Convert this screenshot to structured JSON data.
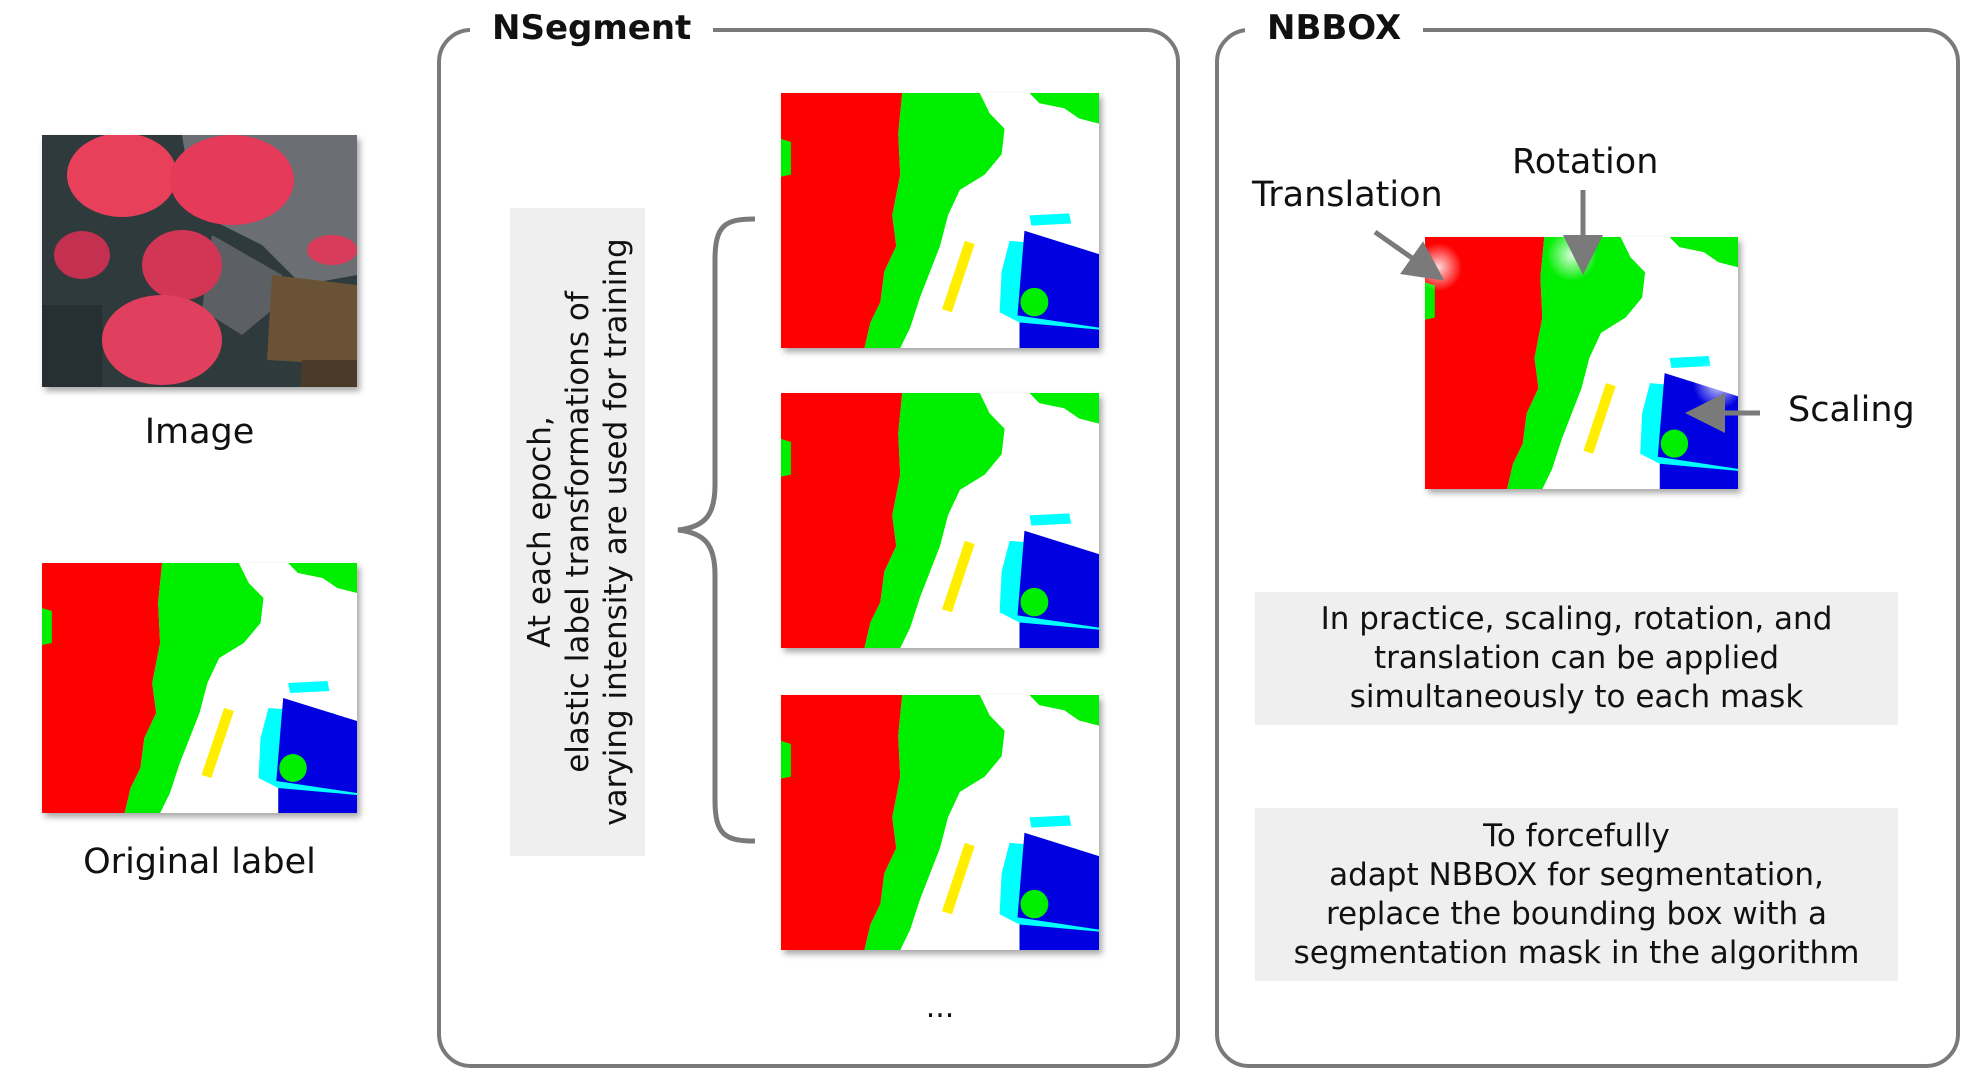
{
  "left": {
    "image_caption": "Image",
    "label_caption": "Original label"
  },
  "nsegment": {
    "title": "NSegment",
    "description_lines": [
      "At each epoch,",
      "elastic label transformations of",
      "varying intensity are used for training"
    ],
    "ellipsis": "..."
  },
  "nbbox": {
    "title": "NBBOX",
    "arrows": {
      "translation": "Translation",
      "rotation": "Rotation",
      "scaling": "Scaling"
    },
    "note1_lines": [
      "In practice, scaling, rotation, and",
      "translation can be applied",
      "simultaneously to each mask"
    ],
    "note2_lines": [
      "To forcefully",
      "adapt NBBOX for segmentation,",
      "replace the bounding box with a",
      "segmentation mask in the algorithm"
    ]
  },
  "colors": {
    "red": "#ff0000",
    "green": "#00ee00",
    "blue": "#0000e0",
    "cyan": "#00ffff",
    "yellow": "#ffee00",
    "panel_border": "#7a7a7a",
    "note_bg": "#efefef"
  }
}
